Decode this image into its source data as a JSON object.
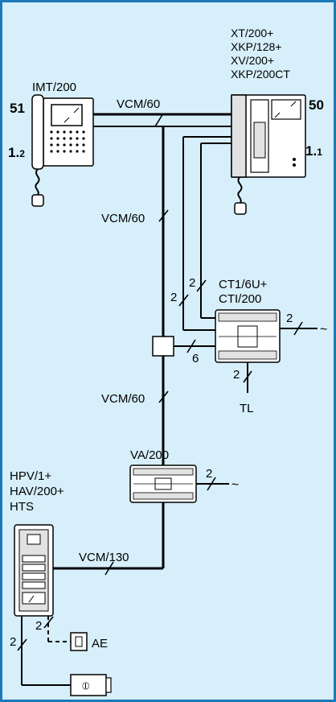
{
  "colors": {
    "background": "#d7effb",
    "border": "#1c78b6",
    "wire": "#000000",
    "device_fill": "#ffffff",
    "device_shade": "#e2e2e2"
  },
  "devices": {
    "imt": {
      "name": "IMT/200",
      "ref": "51",
      "sub_prefix": "1.",
      "sub_suffix": "2"
    },
    "xt": {
      "names": [
        "XT/200+",
        "XKP/128+",
        "XV/200+",
        "XKP/200CT"
      ],
      "ref": "50",
      "sub_prefix": "1.",
      "sub_suffix": "1"
    },
    "ct1": {
      "names": [
        "CT1/6U+",
        "CTI/200"
      ]
    },
    "va": {
      "name": "VA/200"
    },
    "hpv": {
      "names": [
        "HPV/1+",
        "HAV/200+",
        "HTS"
      ]
    },
    "ae": {
      "name": "AE"
    },
    "tl": {
      "name": "TL"
    }
  },
  "cables": {
    "top": "VCM/60",
    "left_vertical": "VCM/60",
    "mid_vertical": "VCM/60",
    "bottom": "VCM/130",
    "ct_in_a": "2",
    "ct_in_b": "2",
    "junction_to_ct": "6",
    "ct_power": "2",
    "ct_tl": "2",
    "va_power": "2",
    "ae_dashed": "2",
    "lock": "2"
  },
  "symbols": {
    "ac": "~",
    "lock": "⦶"
  }
}
